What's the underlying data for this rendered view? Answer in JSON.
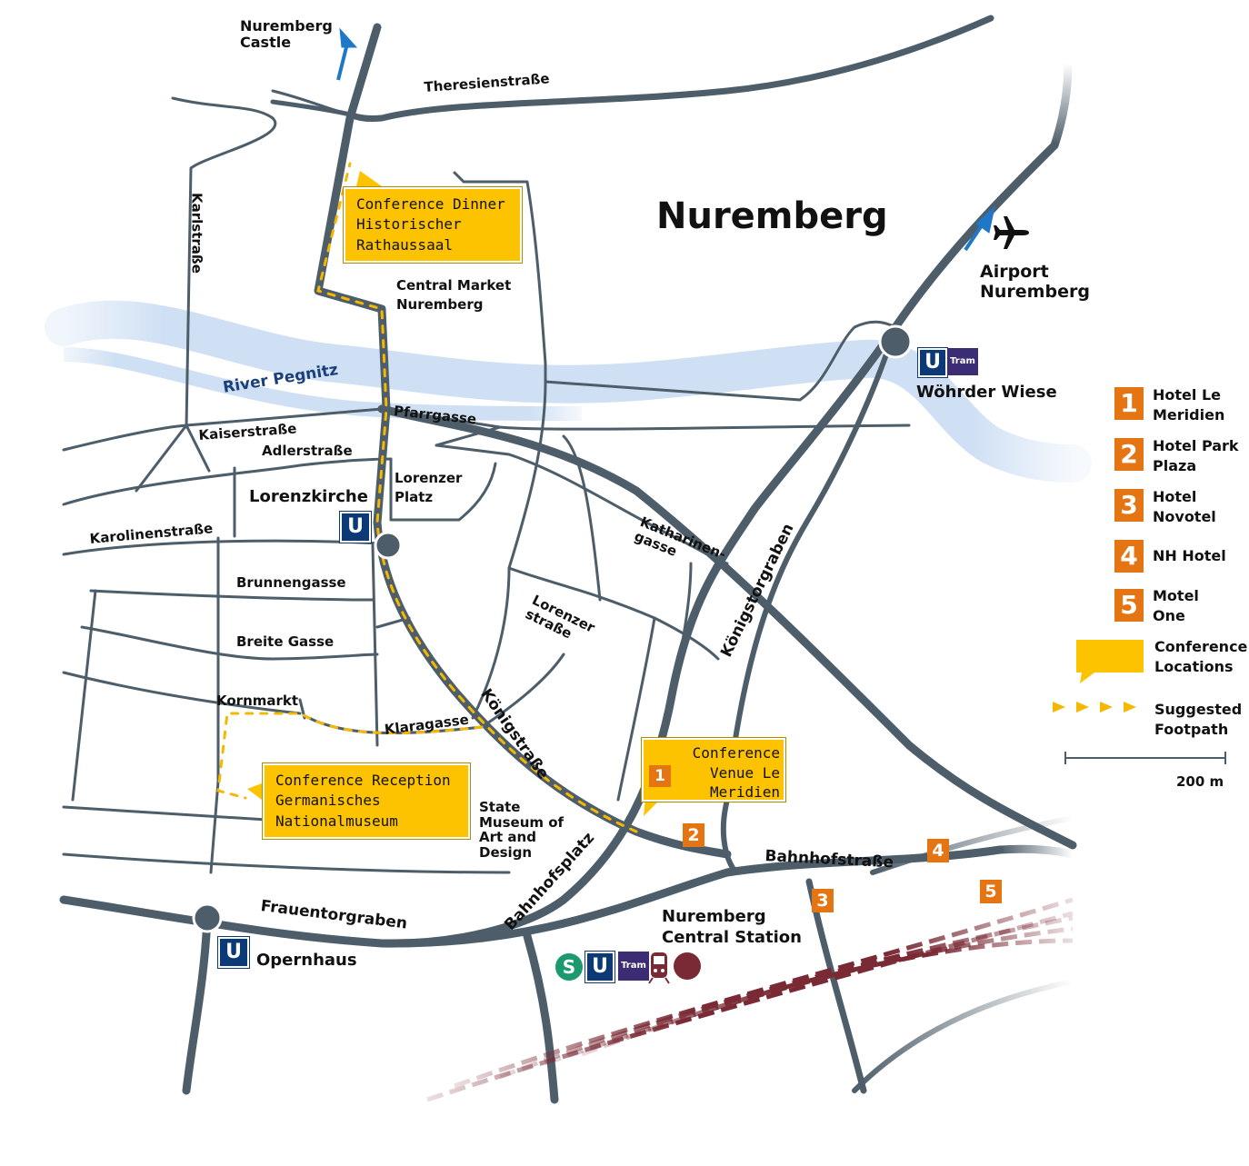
{
  "map_title": "Nuremberg",
  "places": {
    "castle": "Nuremberg Castle",
    "airport": "Airport Nuremberg",
    "woehrder_wiese": "Wöhrder Wiese",
    "lorenzkirche": "Lorenzkirche",
    "opernhaus": "Opernhaus",
    "central_station": "Nuremberg Central Station",
    "central_market": "Central Market Nuremberg",
    "lorenzer_platz": "Lorenzer Platz",
    "state_museum": "State Museum of Art and Design",
    "kornmarkt": "Kornmarkt"
  },
  "streets": {
    "theresienstrasse": "Theresienstraße",
    "karlstrasse": "Karlstraße",
    "river": "River Pegnitz",
    "pfarrgasse": "Pfarrgasse",
    "kaiserstrasse": "Kaiserstraße",
    "adlerstrasse": "Adlerstraße",
    "karolinenstrasse": "Karolinenstraße",
    "brunnengasse": "Brunnengasse",
    "breite_gasse": "Breite Gasse",
    "klaragasse": "Klaragasse",
    "katharinengasse": "Katharinen-gasse",
    "lorenzer_strasse": "Lorenzer straße",
    "koenigstorgraben": "Königstorgraben",
    "koenigstrasse": "Königstraße",
    "bahnhofsplatz": "Bahnhofsplatz",
    "bahnhofstrasse": "Bahnhofstraße",
    "frauentorgraben": "Frauentorgraben"
  },
  "callouts": {
    "dinner": "Conference Dinner Historischer Rathaussaal",
    "reception": "Conference Reception Germanisches Nationalmuseum",
    "venue": "Conference Venue Le Meridien",
    "venue_number": "1"
  },
  "transit": {
    "u": "U",
    "s": "S",
    "tram": "Tram"
  },
  "hotel_markers": [
    "2",
    "3",
    "4",
    "5"
  ],
  "legend": {
    "hotels": [
      {
        "number": "1",
        "name": "Hotel Le Meridien"
      },
      {
        "number": "2",
        "name": "Hotel Park Plaza"
      },
      {
        "number": "3",
        "name": "Hotel Novotel"
      },
      {
        "number": "4",
        "name": "NH Hotel"
      },
      {
        "number": "5",
        "name": "Motel One"
      }
    ],
    "conference_locations": "Conference Locations",
    "suggested_footpath": "Suggested Footpath",
    "scale": "200 m"
  },
  "colors": {
    "road": "#4d5e6a",
    "river": "#cfe0f4",
    "callout": "#fdc300",
    "hotel": "#e57412",
    "u_bahn": "#0b3a76",
    "tram": "#3b2c73",
    "s_bahn": "#1a9a6d",
    "rail": "#7a2a35",
    "arrow": "#1f77c8",
    "footpath": "#f5b800"
  },
  "icons": [
    "airplane-icon",
    "arrow-up-icon",
    "u-bahn-icon",
    "s-bahn-icon",
    "tram-icon",
    "train-icon",
    "rail-dot-icon"
  ]
}
